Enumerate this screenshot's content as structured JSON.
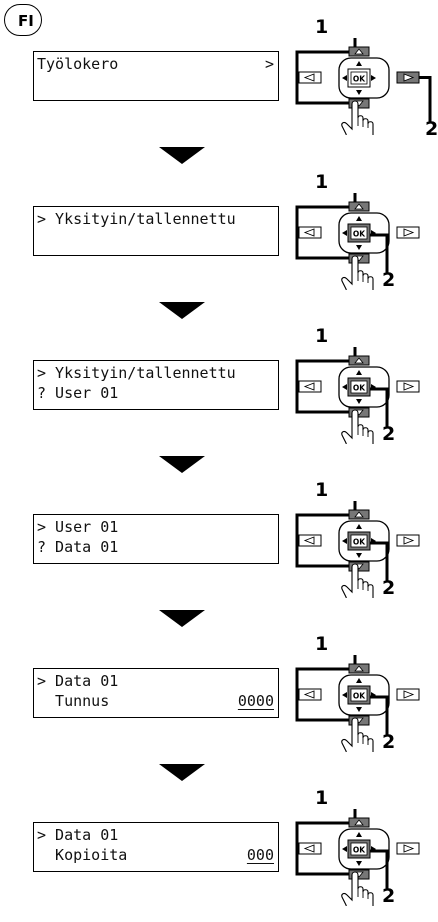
{
  "language_badge": "FI",
  "callouts": {
    "one": "1",
    "two": "2"
  },
  "steps": [
    {
      "line1": "Työlokero",
      "line1_right": ">",
      "line2": "",
      "line2_right": "",
      "pressed": "right"
    },
    {
      "line1": "> Yksityin/tallennettu",
      "line1_right": "",
      "line2": "",
      "line2_right": "",
      "pressed": "ok"
    },
    {
      "line1": "> Yksityin/tallennettu",
      "line1_right": "",
      "line2": "? User 01",
      "line2_right": "",
      "pressed": "ok"
    },
    {
      "line1": "> User 01",
      "line1_right": "",
      "line2": "? Data 01",
      "line2_right": "",
      "pressed": "ok"
    },
    {
      "line1": "> Data 01",
      "line1_right": "",
      "line2": "  Tunnus",
      "line2_right": "0000",
      "pressed": "ok"
    },
    {
      "line1": "> Data 01",
      "line1_right": "",
      "line2": "  Kopioita",
      "line2_right": "000",
      "pressed": "ok"
    }
  ]
}
